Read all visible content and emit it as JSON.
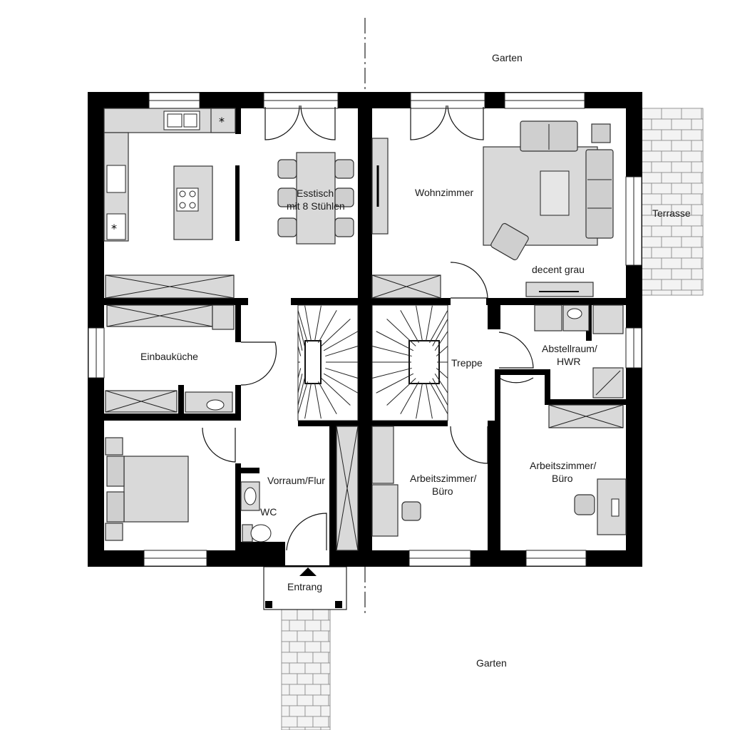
{
  "labels": {
    "garden_top": "Garten",
    "garden_bottom": "Garten",
    "terrace": "Terrasse",
    "dining": [
      "Esstisch",
      "mit 8 Stühlen"
    ],
    "living": "Wohnzimmer",
    "living_note": "decent grau",
    "kitchen": "Einbauküche",
    "stairs": "Treppe",
    "storage": [
      "Abstellraum/",
      "HWR"
    ],
    "hall": "Vorraum/Flur",
    "wc": "WC",
    "office_center": [
      "Arbeitszimmer/",
      "Büro"
    ],
    "office_right": [
      "Arbeitszimmer/",
      "Büro"
    ],
    "entrance": "Entrang"
  },
  "icons": {
    "entrance_marker": "triangle-up-icon",
    "sink": "sink-icon",
    "cooktop": "cooktop-icon",
    "toilet": "toilet-icon"
  },
  "colors": {
    "wall": "#000000",
    "furniture": "#d9d9d9",
    "background": "#ffffff"
  }
}
